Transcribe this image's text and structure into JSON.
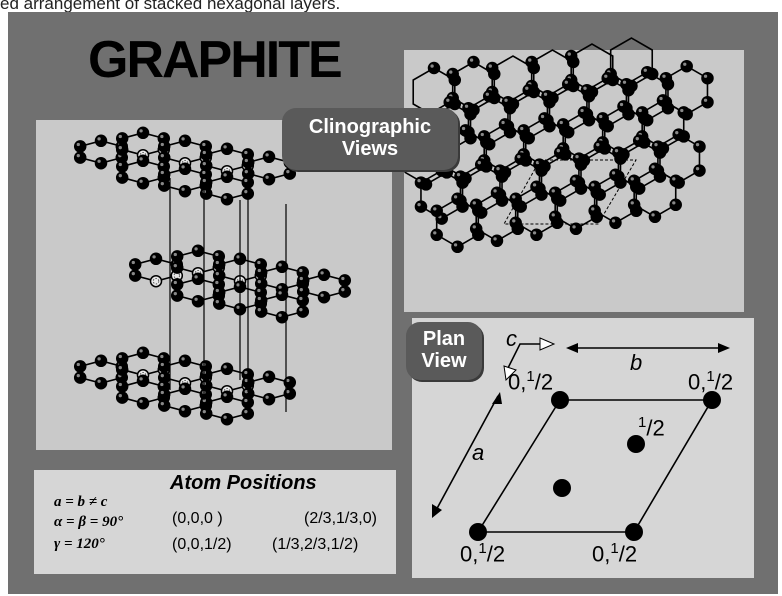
{
  "caption": "ed arrangement of stacked hexagonal layers.",
  "title": "GRAPHITE",
  "clinographic_label": [
    "Clinographic",
    "Views"
  ],
  "plan_label": [
    "Plan",
    "View"
  ],
  "axes": {
    "c": "c",
    "b": "b",
    "a": "a"
  },
  "plan_positions": {
    "top_left": [
      "0,",
      "1",
      "/2"
    ],
    "top_right": [
      "0,",
      "1",
      "/2"
    ],
    "center": [
      "1",
      "/2"
    ],
    "bottom_left": [
      "0,",
      "1",
      "/2"
    ],
    "bottom_right": [
      "0,",
      "1",
      "/2"
    ]
  },
  "atom_positions": {
    "heading": "Atom Positions",
    "relations": [
      "a = b ≠ c",
      "α = β = 90°",
      "γ = 120°"
    ],
    "pos1": "(0,0,0 )",
    "pos2": "(0,0,1/2)",
    "pos3": "(2/3,1/3,0)",
    "pos4": "(1/3,2/3,1/2)"
  }
}
